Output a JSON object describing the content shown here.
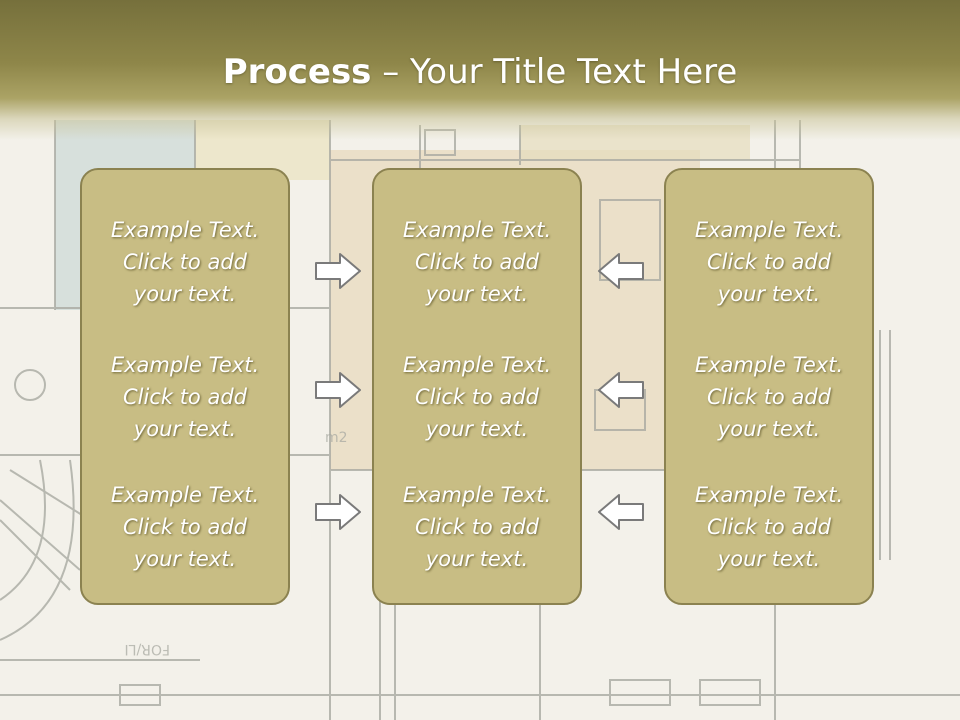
{
  "slide": {
    "title_bold": "Process",
    "title_rest": " – Your Title Text Here"
  },
  "columns": [
    {
      "items": [
        {
          "line1": "Example Text.",
          "line2": "Click  to add",
          "line3": "your text."
        },
        {
          "line1": "Example Text.",
          "line2": "Click  to add",
          "line3": "your text."
        },
        {
          "line1": "Example Text.",
          "line2": "Click  to add",
          "line3": "your text."
        }
      ]
    },
    {
      "items": [
        {
          "line1": "Example Text.",
          "line2": "Click  to add",
          "line3": "your text."
        },
        {
          "line1": "Example Text.",
          "line2": "Click  to add",
          "line3": "your text."
        },
        {
          "line1": "Example Text.",
          "line2": "Click  to add",
          "line3": "your text."
        }
      ]
    },
    {
      "items": [
        {
          "line1": "Example Text.",
          "line2": "Click  to add",
          "line3": "your text."
        },
        {
          "line1": "Example Text.",
          "line2": "Click  to add",
          "line3": "your text."
        },
        {
          "line1": "Example Text.",
          "line2": "Click  to add",
          "line3": "your text."
        }
      ]
    }
  ],
  "arrows": {
    "left_group": "arrow-right-icon",
    "right_group": "arrow-left-icon"
  },
  "colors": {
    "header": "#8e8649",
    "box_fill": "#c8bd84",
    "box_border": "#8b8250",
    "text": "#ffffff"
  }
}
